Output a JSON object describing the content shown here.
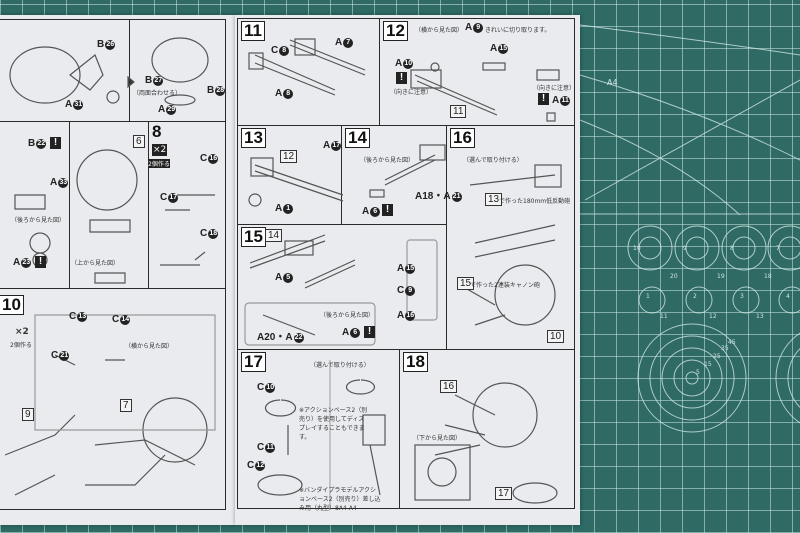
{
  "mat": {
    "label": "A4",
    "circle_numbers": [
      "10",
      "9",
      "8",
      "7",
      "20",
      "19",
      "18",
      "1",
      "2",
      "3",
      "4",
      "11",
      "12",
      "13",
      "45",
      "35",
      "25",
      "15",
      "5"
    ]
  },
  "steps": {
    "s6": "6",
    "s8": "8",
    "s10": "10",
    "s11": "11",
    "s12": "12",
    "s13": "13",
    "s14": "14",
    "s15": "15",
    "s16": "16",
    "s17": "17",
    "s18": "18"
  },
  "refs": {
    "r6": "6",
    "r7": "7",
    "r9": "9",
    "r10": "10",
    "r11": "11",
    "r12": "12",
    "r13": "13",
    "r14": "14",
    "r15": "15",
    "r16": "16",
    "r17": "17"
  },
  "badges": {
    "x2_a": "×2",
    "x2_a_note": "2個作る",
    "x2_b": "×2",
    "x2_b_note": "2個作る"
  },
  "parts": {
    "B26": {
      "p": "B",
      "n": "26"
    },
    "A31": {
      "p": "A",
      "n": "31"
    },
    "B27": {
      "p": "B",
      "n": "27"
    },
    "B28": {
      "p": "B",
      "n": "28"
    },
    "A29": {
      "p": "A",
      "n": "29"
    },
    "B22": {
      "p": "B",
      "n": "22"
    },
    "A33": {
      "p": "A",
      "n": "33"
    },
    "A23": {
      "p": "A",
      "n": "23"
    },
    "C16": {
      "p": "C",
      "n": "16"
    },
    "C17": {
      "p": "C",
      "n": "17"
    },
    "C18": {
      "p": "C",
      "n": "18"
    },
    "C13": {
      "p": "C",
      "n": "13"
    },
    "C14": {
      "p": "C",
      "n": "14"
    },
    "C21": {
      "p": "C",
      "n": "21"
    },
    "A7": {
      "p": "A",
      "n": "7"
    },
    "C8": {
      "p": "C",
      "n": "8"
    },
    "A8": {
      "p": "A",
      "n": "8"
    },
    "A9": {
      "p": "A",
      "n": "9"
    },
    "A15": {
      "p": "A",
      "n": "15"
    },
    "A10": {
      "p": "A",
      "n": "10"
    },
    "A11": {
      "p": "A",
      "n": "11"
    },
    "A17": {
      "p": "A",
      "n": "17"
    },
    "A1": {
      "p": "A",
      "n": "1"
    },
    "A6": {
      "p": "A",
      "n": "6"
    },
    "A18A21": {
      "p": "A18・A",
      "n": "21"
    },
    "A5": {
      "p": "A",
      "n": "5"
    },
    "A20A22": {
      "p": "A20・A",
      "n": "22"
    },
    "A6b": {
      "p": "A",
      "n": "6"
    },
    "A15b": {
      "p": "A",
      "n": "15"
    },
    "C9": {
      "p": "C",
      "n": "9"
    },
    "A16": {
      "p": "A",
      "n": "16"
    },
    "C10": {
      "p": "C",
      "n": "10"
    },
    "C11": {
      "p": "C",
      "n": "11"
    },
    "C12": {
      "p": "C",
      "n": "12"
    }
  },
  "notes": {
    "cut_clean": "きれいに切り取ります。",
    "side_view": "（横から見た図）",
    "orientation": "（向きに注意）",
    "rear_view": "（後ろから見た図）",
    "top_view": "（上から見た図）",
    "bottom_view": "（下から見た図）",
    "choose": "（選んで取り付ける）",
    "cannon16": "で作った180mm低反動砲",
    "cannon15": "で作った2連装キャノン砲",
    "action_base": "※アクションベース2（別売り）を使用してディスプレイすることもできます。",
    "action_base_adapter": "※バンダイプラモデルアクションベース2（別売り）差し込み用（丸型）8A4-A4",
    "both_sides": "（両面合わせる）",
    "warn": "!"
  }
}
